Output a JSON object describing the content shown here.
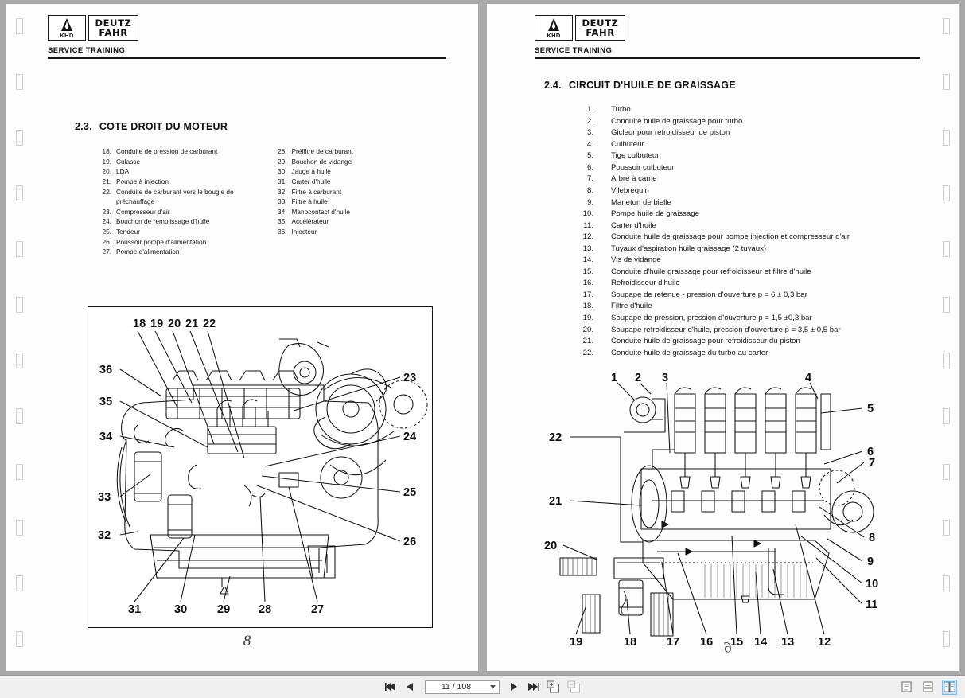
{
  "viewer": {
    "background_color": "#a9a9a9",
    "toolbar_background": "#efefef",
    "active_highlight_color": "#cfe3f5"
  },
  "brand": {
    "khd_text": "KHD",
    "deutz_line1": "DEUTZ",
    "deutz_line2": "FAHR",
    "service_training": "SERVICE TRAINING"
  },
  "left_page": {
    "page_number": "8",
    "section_number": "2.3.",
    "section_title": "COTE DROIT DU MOTEUR",
    "parts_col1": [
      {
        "n": "18.",
        "t": "Conduite de pression de carburant"
      },
      {
        "n": "19.",
        "t": "Culasse"
      },
      {
        "n": "20.",
        "t": "LDA"
      },
      {
        "n": "21.",
        "t": "Pompe à injection"
      },
      {
        "n": "22.",
        "t": "Conduite de carburant vers le bougie de préchauffage"
      },
      {
        "n": "23.",
        "t": "Compresseur d'air"
      },
      {
        "n": "24.",
        "t": "Bouchon de remplissage d'huile"
      },
      {
        "n": "25.",
        "t": "Tendeur"
      },
      {
        "n": "26.",
        "t": "Poussoir pompe d'alimentation"
      },
      {
        "n": "27.",
        "t": "Pompe d'alimentation"
      }
    ],
    "parts_col2": [
      {
        "n": "28.",
        "t": "Préfiltre de carburant"
      },
      {
        "n": "29.",
        "t": "Bouchon de vidange"
      },
      {
        "n": "30.",
        "t": "Jauge à huile"
      },
      {
        "n": "31.",
        "t": "Carter d'huile"
      },
      {
        "n": "32.",
        "t": "Filtre à carburant"
      },
      {
        "n": "33.",
        "t": "Filtre à huile"
      },
      {
        "n": "34.",
        "t": "Manocontact d'huile"
      },
      {
        "n": "35.",
        "t": "Accélérateur"
      },
      {
        "n": "36.",
        "t": "Injecteur"
      }
    ],
    "figure_callouts_top": [
      "18",
      "19",
      "20",
      "21",
      "22"
    ],
    "figure_callouts_left": [
      "36",
      "35",
      "34",
      "33",
      "32"
    ],
    "figure_callouts_right": [
      "23",
      "24",
      "25",
      "26"
    ],
    "figure_callouts_bottom": [
      "31",
      "30",
      "29",
      "28",
      "27"
    ]
  },
  "right_page": {
    "page_number": "9",
    "section_number": "2.4.",
    "section_title": "CIRCUIT D'HUILE DE GRAISSAGE",
    "parts": [
      {
        "n": "1.",
        "t": "Turbo"
      },
      {
        "n": "2.",
        "t": "Conduite huile de graissage pour turbo"
      },
      {
        "n": "3.",
        "t": "Gicleur pour refroidisseur de piston"
      },
      {
        "n": "4.",
        "t": "Culbuteur"
      },
      {
        "n": "5.",
        "t": "Tige culbuteur"
      },
      {
        "n": "6.",
        "t": "Poussoir culbuteur"
      },
      {
        "n": "7.",
        "t": "Arbre à came"
      },
      {
        "n": "8.",
        "t": "Vilebrequin"
      },
      {
        "n": "9.",
        "t": "Maneton de bielle"
      },
      {
        "n": "10.",
        "t": "Pompe huile de graissage"
      },
      {
        "n": "11.",
        "t": "Carter d'huile"
      },
      {
        "n": "12.",
        "t": "Conduite huile de graissage pour pompe injection et compresseur d'air"
      },
      {
        "n": "13.",
        "t": "Tuyaux d'aspiration huile graissage (2 tuyaux)"
      },
      {
        "n": "14.",
        "t": "Vis de vidange"
      },
      {
        "n": "15.",
        "t": "Conduite d'huile graissage pour refroidisseur et filtre d'huile"
      },
      {
        "n": "16.",
        "t": "Refroidisseur d'huile"
      },
      {
        "n": "17.",
        "t": "Soupape de retenue - pression d'ouverture p = 6 ± 0,3 bar"
      },
      {
        "n": "18.",
        "t": "Filtre d'huile"
      },
      {
        "n": "19.",
        "t": "Soupape de pression, pression d'ouverture p = 1,5 ±0,3 bar"
      },
      {
        "n": "20.",
        "t": "Soupape refroidisseur d'huile, pression d'ouverture p = 3,5 ± 0,5 bar"
      },
      {
        "n": "21.",
        "t": "Conduite huile de graissage pour refroidisseur du piston"
      },
      {
        "n": "22.",
        "t": "Conduite huile de graissage du turbo au carter"
      }
    ],
    "figure_callouts_top": [
      "1",
      "2",
      "3",
      "4"
    ],
    "figure_callouts_left": [
      "22",
      "21",
      "20"
    ],
    "figure_callouts_right": [
      "5",
      "6",
      "7",
      "8",
      "9",
      "10",
      "11"
    ],
    "figure_callouts_bottom": [
      "19",
      "18",
      "17",
      "16",
      "15",
      "14",
      "13",
      "12"
    ]
  },
  "toolbar": {
    "first_page_icon": "first-page-icon",
    "prev_page_icon": "previous-page-icon",
    "page_indicator": "11 / 108",
    "page_dropdown_icon": "chevron-down-icon",
    "next_page_icon": "next-page-icon",
    "last_page_icon": "last-page-icon",
    "fit_page_icon": "fit-page-icon",
    "fit_width_icon": "fit-width-icon",
    "view_single_icon": "single-page-view-icon",
    "view_continuous_icon": "continuous-page-view-icon",
    "view_facing_icon": "facing-pages-view-icon",
    "active_view": "facing"
  }
}
